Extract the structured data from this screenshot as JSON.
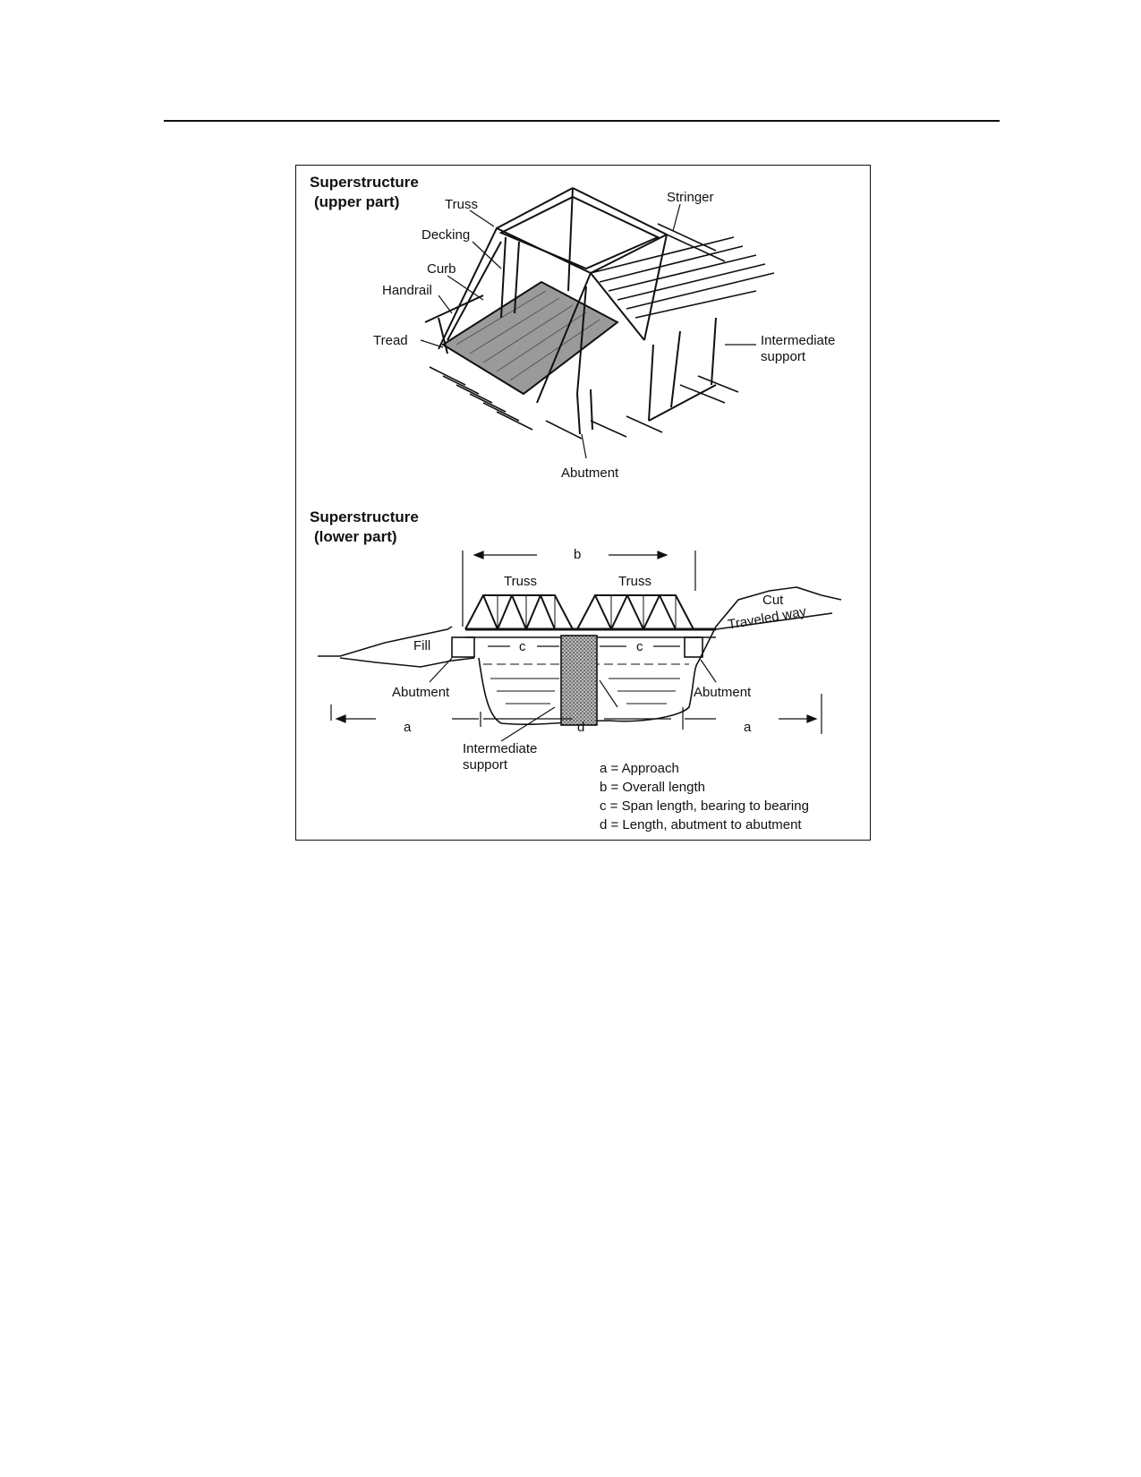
{
  "upper": {
    "title_line1": "Superstructure",
    "title_line2": "(upper part)",
    "labels": {
      "truss": "Truss",
      "stringer": "Stringer",
      "decking": "Decking",
      "curb": "Curb",
      "handrail": "Handrail",
      "tread": "Tread",
      "intermediate_support_line1": "Intermediate",
      "intermediate_support_line2": "support",
      "abutment": "Abutment"
    }
  },
  "lower": {
    "title_line1": "Superstructure",
    "title_line2": "(lower part)",
    "labels": {
      "b": "b",
      "truss_left": "Truss",
      "truss_right": "Truss",
      "cut": "Cut",
      "traveled_way": "Traveled way",
      "fill": "Fill",
      "c_left": "c",
      "c_right": "c",
      "abutment_left": "Abutment",
      "abutment_right": "Abutment",
      "a_left": "a",
      "d": "d",
      "a_right": "a",
      "intermediate_support_line1": "Intermediate",
      "intermediate_support_line2": "support"
    },
    "legend": [
      "a = Approach",
      "b = Overall length",
      "c = Span length, bearing to bearing",
      "d = Length, abutment to abutment"
    ]
  }
}
